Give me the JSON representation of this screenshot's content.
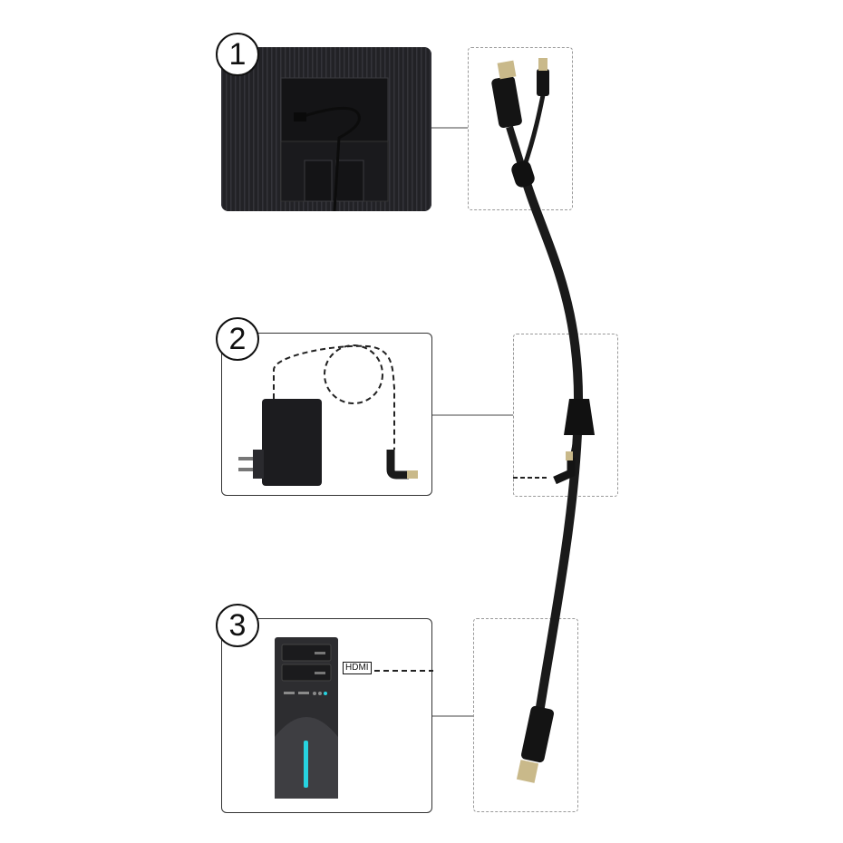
{
  "steps": [
    {
      "number": "1",
      "scene": "monitor-back"
    },
    {
      "number": "2",
      "scene": "power-adapter"
    },
    {
      "number": "3",
      "scene": "pc-tower"
    }
  ],
  "labels": {
    "hdmi": "HDMI"
  },
  "colors": {
    "monitor": "#1e1e21",
    "cable": "#1a1a1a",
    "connector_metal": "#c9b98a",
    "led": "#27d3e0"
  }
}
